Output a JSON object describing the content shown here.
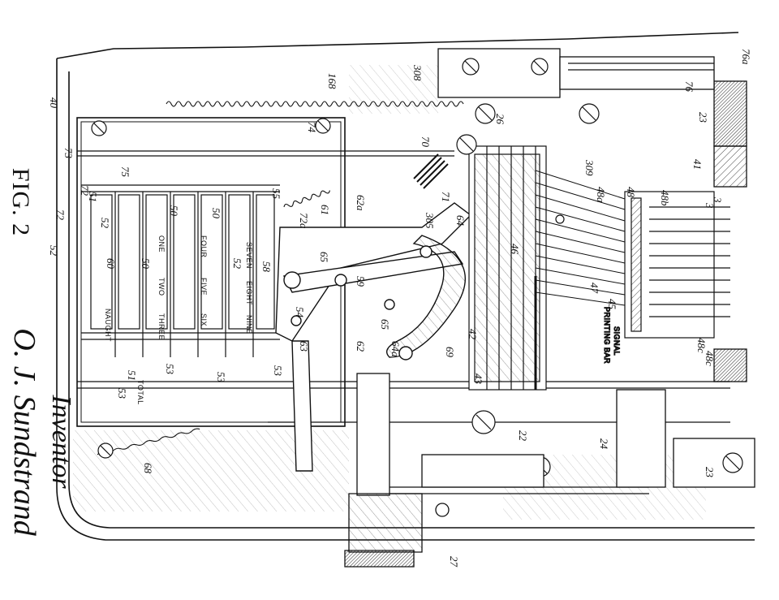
{
  "figure": {
    "label": "FIG. 2",
    "inventor_title": "Inventor",
    "inventor_name": "O. J. Sundstrand"
  },
  "key_labels": [
    "NAUGHT",
    "ONE",
    "TWO",
    "THREE",
    "FOUR",
    "FIVE",
    "SIX",
    "SEVEN",
    "EIGHT",
    "NINE",
    "TOTAL"
  ],
  "captions": {
    "signal": "SIGNAL",
    "printing_bar": "PRINTING BAR"
  },
  "references": [
    "40",
    "73",
    "72",
    "72",
    "52",
    "75",
    "74",
    "168",
    "308",
    "26",
    "70",
    "71",
    "305",
    "64",
    "61",
    "62a",
    "72a",
    "58",
    "65",
    "59",
    "54",
    "63",
    "62",
    "65",
    "64a",
    "69",
    "42",
    "43",
    "46",
    "47",
    "45",
    "309",
    "48a",
    "48",
    "48b",
    "41",
    "3",
    "48c",
    "48c",
    "76a",
    "76",
    "23",
    "22",
    "24",
    "23",
    "27",
    "68",
    "53",
    "51",
    "53",
    "53",
    "53",
    "50",
    "50",
    "52",
    "60",
    "55",
    "52",
    "50",
    "51",
    "3"
  ]
}
